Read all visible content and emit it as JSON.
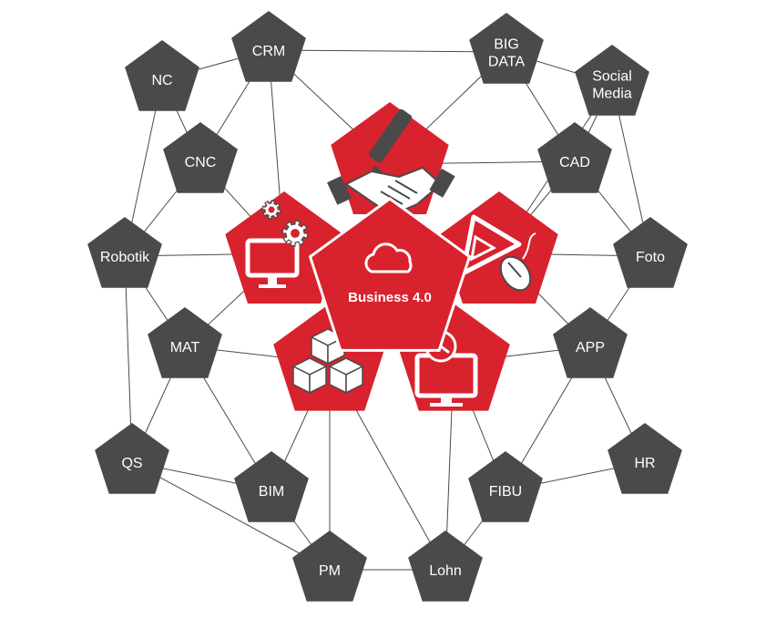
{
  "colors": {
    "node": "#4a4a4a",
    "accent": "#d8222d",
    "edge": "#4a4a4a",
    "text": "#ffffff"
  },
  "center": {
    "label": "Business 4.0",
    "icon": "cloud-icon"
  },
  "nodes": [
    {
      "id": "nc",
      "lines": [
        "NC"
      ]
    },
    {
      "id": "crm",
      "lines": [
        "CRM"
      ]
    },
    {
      "id": "bigdata",
      "lines": [
        "BIG",
        "DATA"
      ]
    },
    {
      "id": "social",
      "lines": [
        "Social",
        "Media"
      ]
    },
    {
      "id": "cnc",
      "lines": [
        "CNC"
      ]
    },
    {
      "id": "cad",
      "lines": [
        "CAD"
      ]
    },
    {
      "id": "robotik",
      "lines": [
        "Robotik"
      ]
    },
    {
      "id": "foto",
      "lines": [
        "Foto"
      ]
    },
    {
      "id": "mat",
      "lines": [
        "MAT"
      ]
    },
    {
      "id": "app",
      "lines": [
        "APP"
      ]
    },
    {
      "id": "qs",
      "lines": [
        "QS"
      ]
    },
    {
      "id": "hr",
      "lines": [
        "HR"
      ]
    },
    {
      "id": "bim",
      "lines": [
        "BIM"
      ]
    },
    {
      "id": "fibu",
      "lines": [
        "FIBU"
      ]
    },
    {
      "id": "pm",
      "lines": [
        "PM"
      ]
    },
    {
      "id": "lohn",
      "lines": [
        "Lohn"
      ]
    }
  ],
  "accent_tiles": [
    {
      "id": "top",
      "icon": "handshake-pen-icon"
    },
    {
      "id": "left",
      "icon": "monitor-gears-icon"
    },
    {
      "id": "right",
      "icon": "ruler-mouse-icon"
    },
    {
      "id": "bottom-left",
      "icon": "cubes-icon"
    },
    {
      "id": "bottom-right",
      "icon": "monitor-history-icon"
    }
  ]
}
